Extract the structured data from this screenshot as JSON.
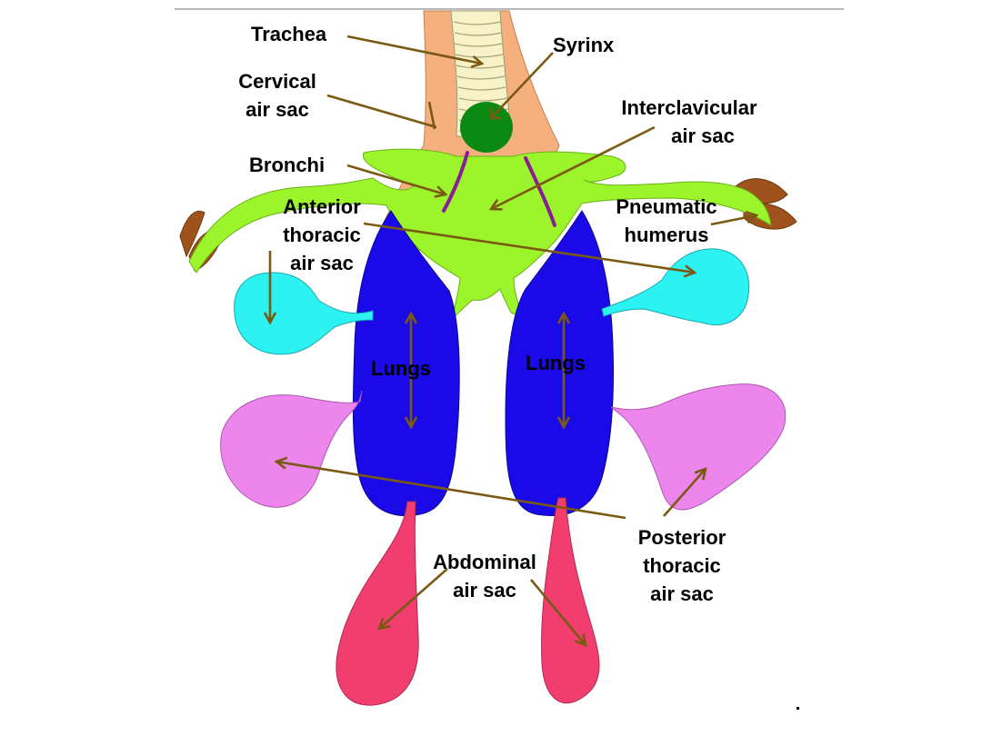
{
  "labels": {
    "trachea": "Trachea",
    "syrinx": "Syrinx",
    "cervical_air_sac": [
      "Cervical",
      "air sac"
    ],
    "interclavicular_air_sac": [
      "Interclavicular",
      "air sac"
    ],
    "bronchi": "Bronchi",
    "anterior_thoracic_air_sac": [
      "Anterior",
      "thoracic",
      "air sac"
    ],
    "pneumatic_humerus": [
      "Pneumatic",
      "humerus"
    ],
    "lungs_left": "Lungs",
    "lungs_right": "Lungs",
    "posterior_thoracic_air_sac": [
      "Posterior",
      "thoracic",
      "air sac"
    ],
    "abdominal_air_sac": [
      "Abdominal",
      "air sac"
    ]
  },
  "colors": {
    "trachea": "#f7f2c8",
    "neck_tissue": "#f5b07e",
    "syrinx": "#0a8a12",
    "interclavicular_sac": "#9cf52a",
    "lungs": "#1a0ae8",
    "anterior_thoracic_sac": "#2df2f2",
    "posterior_thoracic_sac": "#ec86ec",
    "abdominal_sac": "#f23e6e",
    "bronchi": "#8a1c96",
    "humerus": "#a0521d",
    "arrows": "#7a5a12"
  },
  "icons": {
    "pointer": "arrow",
    "expand_contract": "double-headed-arrow"
  }
}
